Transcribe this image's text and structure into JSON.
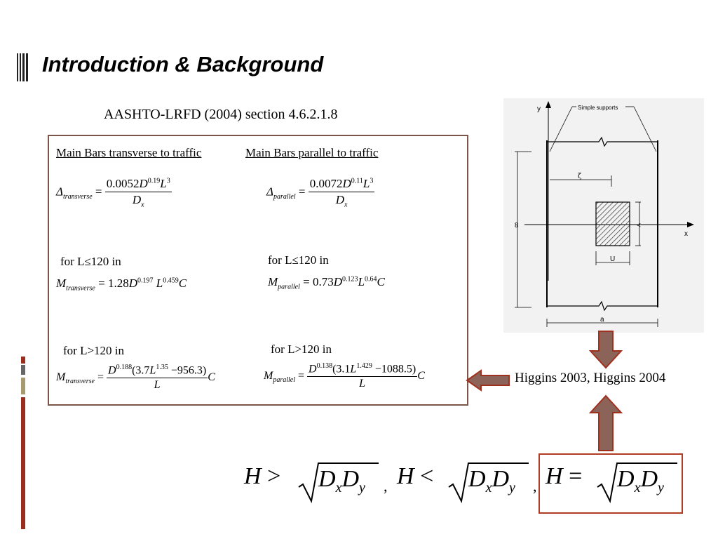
{
  "slide": {
    "title": "Introduction & Background",
    "subtitle": "AASHTO-LRFD (2004) section 4.6.2.1.8"
  },
  "formula_box": {
    "col_left_header": "Main Bars transverse to traffic",
    "col_right_header": "Main Bars parallel to traffic",
    "delta_transverse": {
      "lhs": "Δ",
      "lhs_sub": "transverse",
      "coef": "0.0052",
      "d_exp": "0.19",
      "l_exp": "3",
      "den": "D",
      "den_sub": "x"
    },
    "delta_parallel": {
      "lhs": "Δ",
      "lhs_sub": "parallel",
      "coef": "0.0072",
      "d_exp": "0.11",
      "l_exp": "3",
      "den": "D",
      "den_sub": "x"
    },
    "cond_le_left": "for L≤120 in",
    "cond_le_right": "for L≤120 in",
    "m_transverse_le": {
      "lhs": "M",
      "lhs_sub": "transverse",
      "coef": "1.28",
      "d_exp": "0.197",
      "l_exp": "0.459",
      "tail": "C"
    },
    "m_parallel_le": {
      "lhs": "M",
      "lhs_sub": "parallel",
      "coef": "0.73",
      "d_exp": "0.123",
      "l_exp": "0.64",
      "tail": "C"
    },
    "cond_gt_left": "for L>120 in",
    "cond_gt_right": "for L>120 in",
    "m_transverse_gt": {
      "lhs": "M",
      "lhs_sub": "transverse",
      "d_exp": "0.188",
      "inner_coef": "(3.7",
      "l_exp": "1.35",
      "inner_tail": "−956.3)",
      "den": "L",
      "tail": "C"
    },
    "m_parallel_gt": {
      "lhs": "M",
      "lhs_sub": "parallel",
      "d_exp": "0.138",
      "inner_coef": "(3.1",
      "l_exp": "1.429",
      "inner_tail": "−1088.5)",
      "den": "L",
      "tail": "C"
    }
  },
  "diagram": {
    "y_label": "y",
    "x_label": "x",
    "supports_label": "Simple supports",
    "zeta_label": "ζ",
    "b_label": "8",
    "v_label": "<",
    "u_label": "U",
    "a_label": "a"
  },
  "reference": "Higgins 2003, Higgins 2004",
  "criteria": {
    "h": "H",
    "gt": ">",
    "lt": "<",
    "eq": "=",
    "d": "D",
    "sub_x": "x",
    "sub_y": "y",
    "sep": ","
  },
  "colors": {
    "box_border": "#7a5548",
    "arrow_fill": "#8c6358",
    "arrow_border": "#a0301e",
    "highlight_border": "#b03a22",
    "left_bar": "#9a2e1e"
  }
}
